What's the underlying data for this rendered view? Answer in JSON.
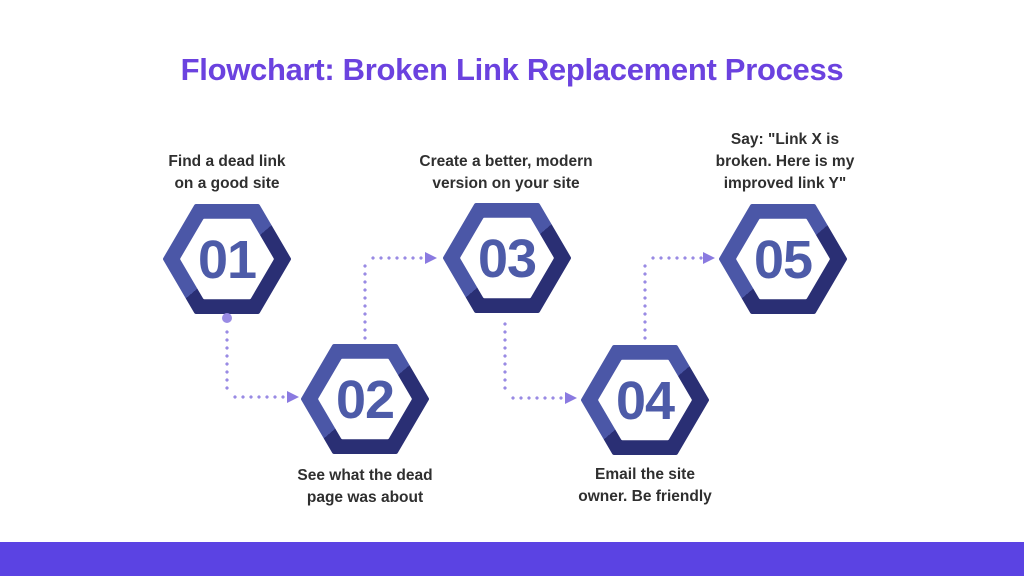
{
  "title": "Flowchart: Broken Link Replacement Process",
  "colors": {
    "background": "#ffffff",
    "title": "#6b42df",
    "hex_light": "#4b57a7",
    "hex_dark": "#2a2f74",
    "number": "#4d5ba8",
    "label_text": "#2f2f2f",
    "connector": "#998be4",
    "arrowhead": "#8a7ae0",
    "footer_bar": "#5b43e3"
  },
  "steps": [
    {
      "number": "01",
      "label": "Find a dead link\non a good site",
      "label_position": "above"
    },
    {
      "number": "02",
      "label": "See what the dead\npage was about",
      "label_position": "below"
    },
    {
      "number": "03",
      "label": "Create a better, modern\nversion on your site",
      "label_position": "above"
    },
    {
      "number": "04",
      "label": "Email the site\nowner. Be friendly",
      "label_position": "below"
    },
    {
      "number": "05",
      "label": "Say: \"Link X is\nbroken. Here is my\nimproved link Y\"",
      "label_position": "above"
    }
  ],
  "flow_order": [
    "01",
    "02",
    "03",
    "04",
    "05"
  ]
}
